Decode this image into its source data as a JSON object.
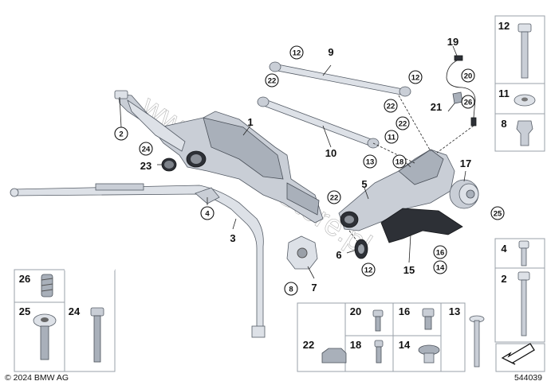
{
  "footer": {
    "copyright": "© 2024 BMW AG",
    "diagram_number": "544039"
  },
  "watermark": "www.BMWxStore.pl",
  "labels": {
    "l1": "1",
    "l2": "2",
    "l3": "3",
    "l4": "4",
    "l5": "5",
    "l6": "6",
    "l7": "7",
    "l8": "8",
    "l9": "9",
    "l10": "10",
    "l11": "11",
    "l12": "12",
    "l13": "13",
    "l14": "14",
    "l15": "15",
    "l16": "16",
    "l17": "17",
    "l18": "18",
    "l19": "19",
    "l20": "20",
    "l21": "21",
    "l22": "22",
    "l23": "23",
    "l24": "24",
    "l25": "25",
    "l26": "26"
  }
}
